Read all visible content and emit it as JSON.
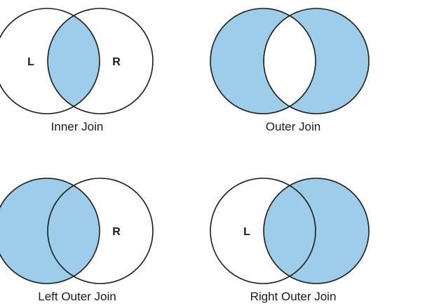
{
  "colors": {
    "fill": "#9dcde9",
    "stroke": "#1a1a1a",
    "background": "#ffffff"
  },
  "panels": [
    {
      "caption": "Inner Join",
      "left_letter": "L",
      "right_letter": "R",
      "shade_left_only": false,
      "shade_intersection": true,
      "shade_right_only": false
    },
    {
      "caption": "Outer Join",
      "left_letter": "",
      "right_letter": "",
      "shade_left_only": true,
      "shade_intersection": false,
      "shade_right_only": true
    },
    {
      "caption": "Left Outer Join",
      "left_letter": "",
      "right_letter": "R",
      "shade_left_only": true,
      "shade_intersection": true,
      "shade_right_only": false
    },
    {
      "caption": "Right Outer Join",
      "left_letter": "L",
      "right_letter": "",
      "shade_left_only": false,
      "shade_intersection": true,
      "shade_right_only": true
    }
  ]
}
